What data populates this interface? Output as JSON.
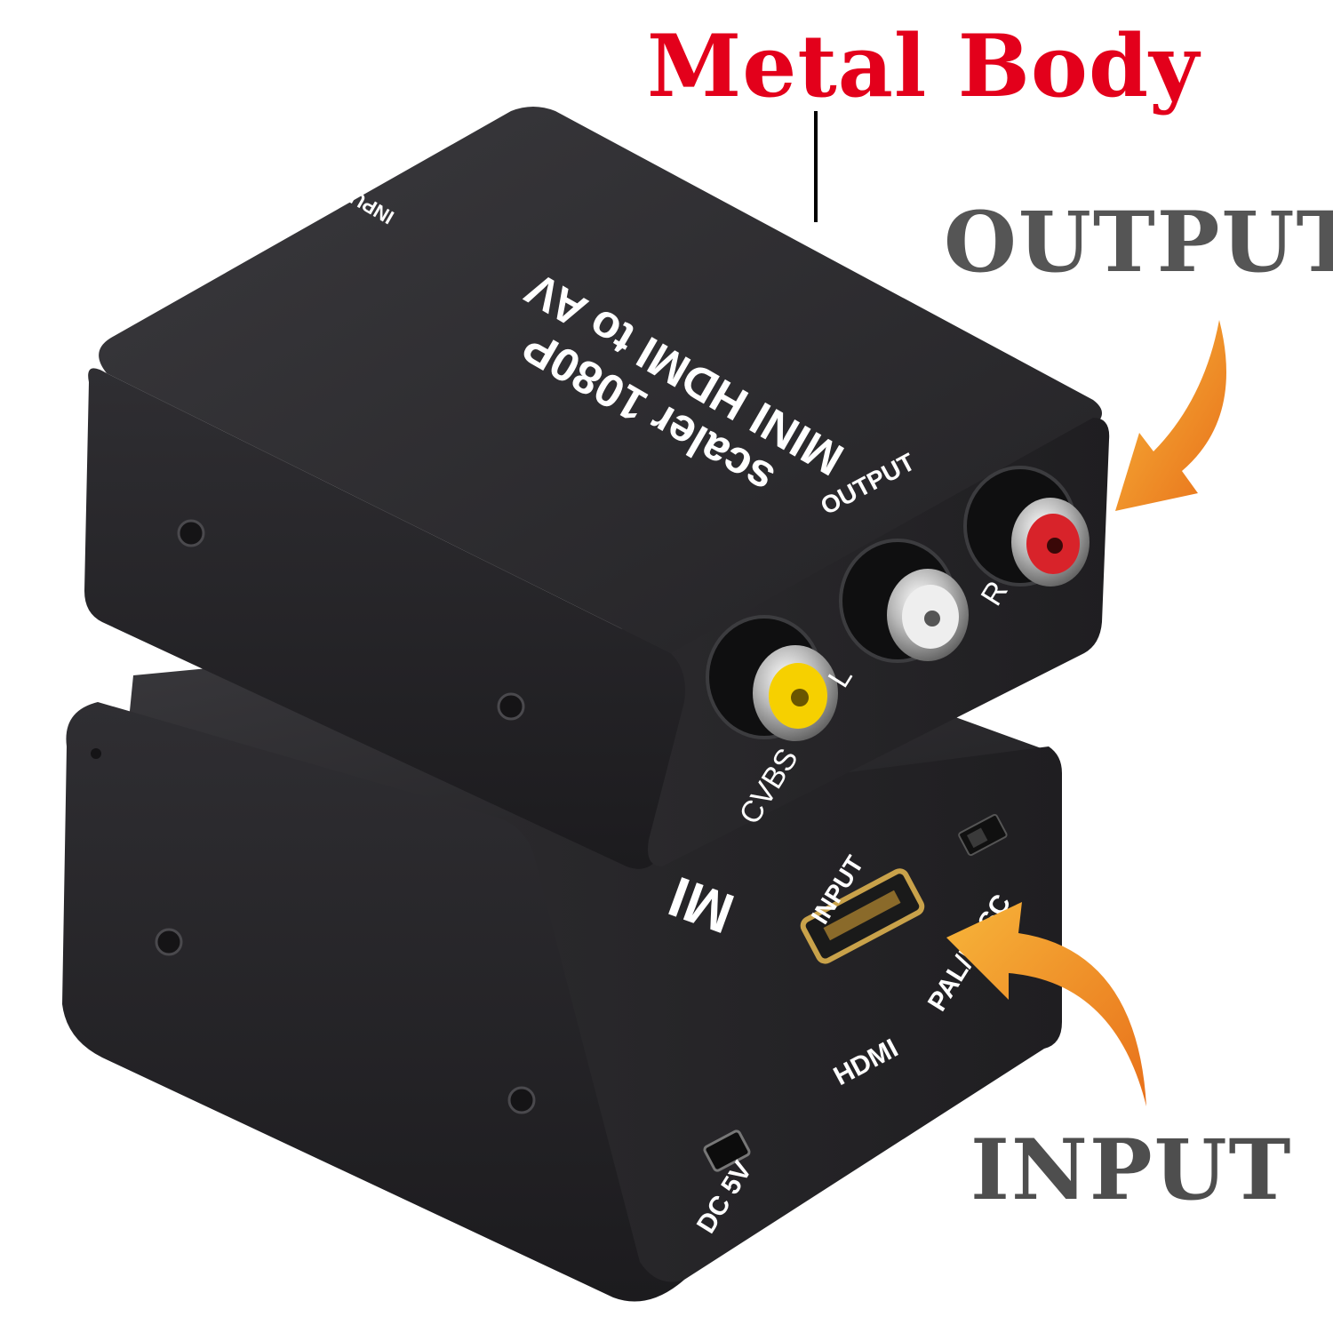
{
  "callouts": {
    "metal_body": "Metal Body",
    "output": "OUTPUT",
    "input": "INPUT"
  },
  "top_unit": {
    "title_line1": "MINI HDMI to AV",
    "title_line2": "scaler 1080P",
    "side_input": "INPUT",
    "front_output": "OUTPUT",
    "port_r": "R",
    "port_l": "L",
    "port_cvbs": "CVBS"
  },
  "bottom_unit": {
    "front_input": "INPUT",
    "switch_label": "PAL/NTSC",
    "hdmi_label": "HDMI",
    "dc_label": "DC 5V",
    "top_text": "MI"
  },
  "colors": {
    "metal_body": "#e3001b",
    "callout_gray": "#555555",
    "arrow_orange": "#f39a1e",
    "device_body": "#2b2a2e",
    "rca_red": "#d8232a",
    "rca_white": "#eeeeee",
    "rca_yellow": "#f6d000"
  }
}
